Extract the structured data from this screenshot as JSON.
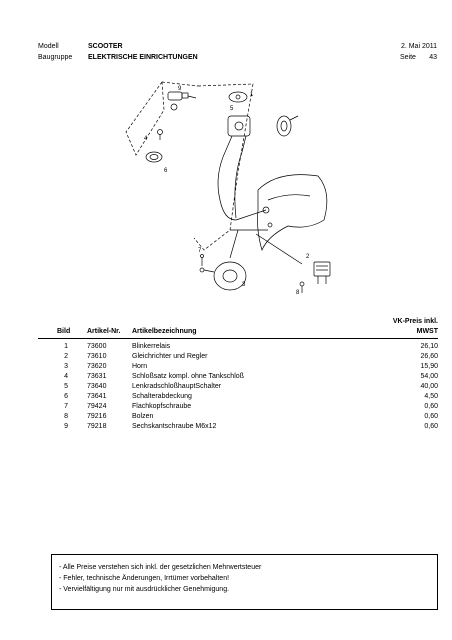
{
  "header": {
    "modell_label": "Modell",
    "modell_value": "SCOOTER",
    "date": "2. Mai 2011",
    "baugruppe_label": "Baugruppe",
    "baugruppe_value": "ELEKTRISCHE EINRICHTUNGEN",
    "seite_label": "Seite",
    "seite_value": "43"
  },
  "diagram": {
    "callouts": [
      "9",
      "1",
      "5",
      "4",
      "6",
      "2",
      "3",
      "7",
      "8"
    ]
  },
  "table": {
    "headers": {
      "bild": "Bild",
      "artikel_nr": "Artikel-Nr.",
      "bezeichnung": "Artikelbezeichnung",
      "price_line1": "VK-Preis inkl.",
      "price_line2": "MWST"
    },
    "rows": [
      {
        "bild": "1",
        "artikel_nr": "73600",
        "bezeichnung": "Blinkerrelais",
        "preis": "26,10"
      },
      {
        "bild": "2",
        "artikel_nr": "73610",
        "bezeichnung": "Gleichrichter und Regler",
        "preis": "26,60"
      },
      {
        "bild": "3",
        "artikel_nr": "73620",
        "bezeichnung": "Horn",
        "preis": "15,90"
      },
      {
        "bild": "4",
        "artikel_nr": "73631",
        "bezeichnung": "Schloßsatz kompl. ohne Tankschloß",
        "preis": "54,00"
      },
      {
        "bild": "5",
        "artikel_nr": "73640",
        "bezeichnung": "LenkradschloßhauptSchalter",
        "preis": "40,00"
      },
      {
        "bild": "6",
        "artikel_nr": "73641",
        "bezeichnung": "Schalterabdeckung",
        "preis": "4,50"
      },
      {
        "bild": "7",
        "artikel_nr": "79424",
        "bezeichnung": "Flachkopfschraube",
        "preis": "0,60"
      },
      {
        "bild": "8",
        "artikel_nr": "79216",
        "bezeichnung": "Bolzen",
        "preis": "0,60"
      },
      {
        "bild": "9",
        "artikel_nr": "79218",
        "bezeichnung": "Sechskantschraube M6x12",
        "preis": "0,60"
      }
    ]
  },
  "footer": {
    "lines": [
      "- Alle Preise verstehen sich inkl. der gesetzlichen Mehrwertsteuer",
      "- Fehler, technische Änderungen, Irrtümer vorbehalten!",
      "- Vervielfältigung nur mit ausdrücklicher Genehmigung."
    ]
  }
}
